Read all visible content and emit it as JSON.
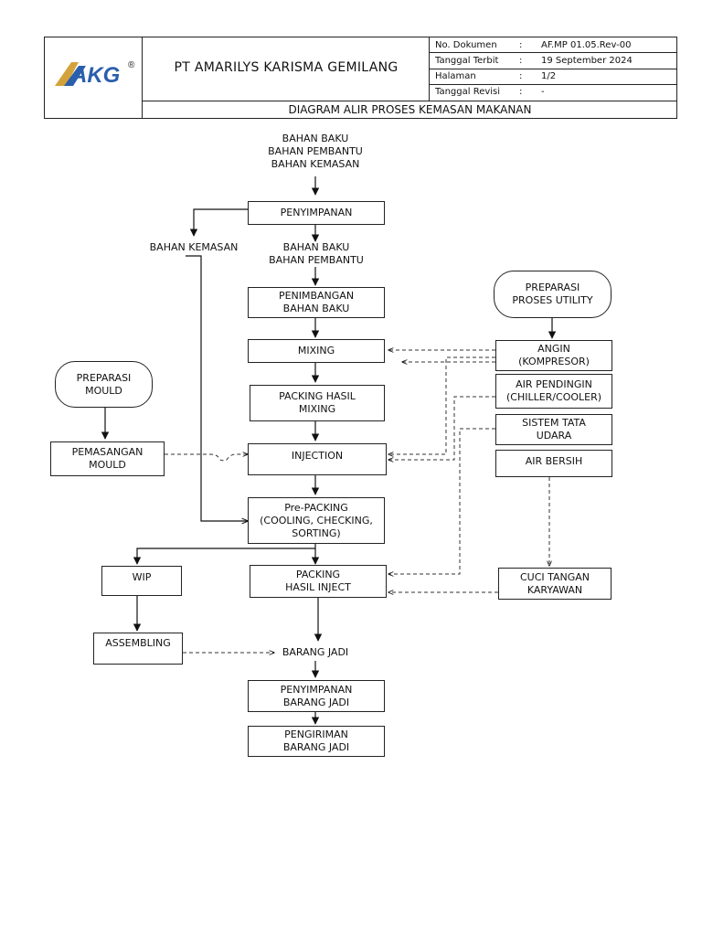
{
  "header": {
    "company": "PT AMARILYS KARISMA GEMILANG",
    "logo_text": "AKG",
    "logo_mark": "®",
    "doc_title": "DIAGRAM ALIR PROSES KEMASAN MAKANAN",
    "meta": [
      {
        "key": "No. Dokumen",
        "sep": ":",
        "value": "AF.MP 01.05.Rev-00"
      },
      {
        "key": "Tanggal Terbit",
        "sep": ":",
        "value": "19 September 2024"
      },
      {
        "key": "Halaman",
        "sep": ":",
        "value": "1/2"
      },
      {
        "key": "Tanggal Revisi",
        "sep": ":",
        "value": "-"
      }
    ]
  },
  "flow": {
    "inputs": "BAHAN BAKU\nBAHAN PEMBANTU\nBAHAN KEMASAN",
    "penyimpanan": "PENYIMPANAN",
    "bahan_kemasan": "BAHAN KEMASAN",
    "bahan_baku_pembantu": "BAHAN BAKU\nBAHAN PEMBANTU",
    "penimbangan": "PENIMBANGAN\nBAHAN BAKU",
    "mixing": "MIXING",
    "packing_mixing": "PACKING HASIL\nMIXING",
    "injection": "INJECTION",
    "prepacking": "Pre-PACKING\n(COOLING, CHECKING,\nSORTING)",
    "packing_inject": "PACKING\nHASIL INJECT",
    "barang_jadi": "BARANG JADI",
    "penyimpanan_jadi": "PENYIMPANAN\nBARANG JADI",
    "pengiriman": "PENGIRIMAN\nBARANG JADI",
    "wip": "WIP",
    "assembling": "ASSEMBLING",
    "preparasi_mould": "PREPARASI\nMOULD",
    "pemasangan_mould": "PEMASANGAN\nMOULD",
    "preparasi_utility": "PREPARASI\nPROSES UTILITY",
    "angin": "ANGIN\n(KOMPRESOR)",
    "air_pendingin": "AIR PENDINGIN\n(CHILLER/COOLER)",
    "sistem_udara": "SISTEM TATA\nUDARA",
    "air_bersih": "AIR BERSIH",
    "cuci_tangan": "CUCI TANGAN\nKARYAWAN"
  }
}
